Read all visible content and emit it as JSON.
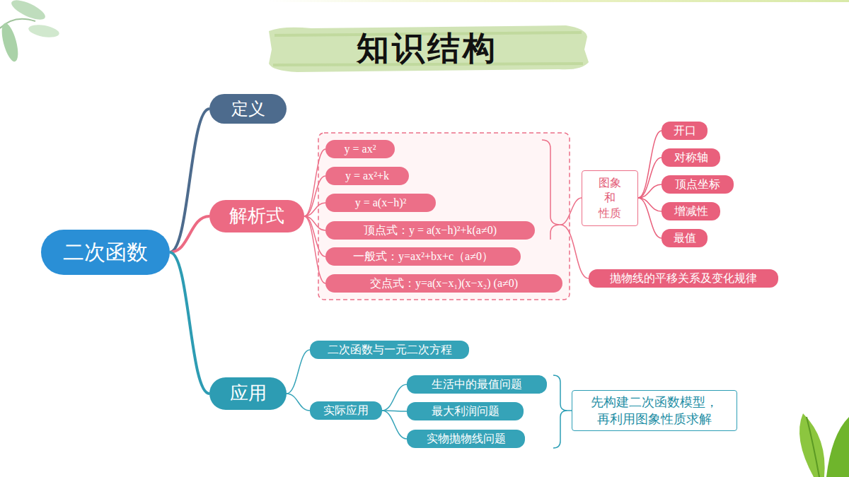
{
  "diagram": {
    "title": "知识结构",
    "nodes": [
      {
        "text": [
          "二次函数"
        ]
      },
      {
        "text": [
          "定义"
        ]
      },
      {
        "text": [
          "解析式"
        ]
      },
      {
        "text": [
          "y = ax²"
        ]
      },
      {
        "text": [
          "y = ax²+k"
        ]
      },
      {
        "text": [
          "y = a(x−h)²"
        ]
      },
      {
        "text": [
          "顶点式：y = a(x−h)²+k(a≠0)"
        ]
      },
      {
        "text": [
          "一般式：y=ax²+bx+c（a≠0）"
        ]
      },
      {
        "text": [
          "交点式：y=a(x−x₁)(x−x₂) (a≠0)"
        ]
      },
      {
        "text": [
          "图象 和 性质"
        ]
      },
      {
        "text": [
          "开口"
        ]
      },
      {
        "text": [
          "对称轴"
        ]
      },
      {
        "text": [
          "顶点坐标"
        ]
      },
      {
        "text": [
          "增减性"
        ]
      },
      {
        "text": [
          "最值"
        ]
      },
      {
        "text": [
          "抛物线的平移关系及变化规律"
        ]
      },
      {
        "text": [
          "应用"
        ]
      },
      {
        "text": [
          "二次函数与一元二次方程"
        ]
      },
      {
        "text": [
          "实际应用"
        ]
      },
      {
        "text": [
          "生活中的最值问题"
        ]
      },
      {
        "text": [
          "最大利润问题"
        ]
      },
      {
        "text": [
          "实物抛物线问题"
        ]
      },
      {
        "text": [
          "先构建二次函数模型，再利用图象性质求解"
        ]
      }
    ],
    "edges": [
      {
        "from": 0,
        "to": 1,
        "arrow": "none"
      },
      {
        "from": 0,
        "to": 2,
        "arrow": "none"
      },
      {
        "from": 0,
        "to": 16,
        "arrow": "none"
      },
      {
        "from": 2,
        "to": 3,
        "arrow": "none"
      },
      {
        "from": 2,
        "to": 4,
        "arrow": "none"
      },
      {
        "from": 2,
        "to": 5,
        "arrow": "none"
      },
      {
        "from": 2,
        "to": 6,
        "arrow": "none"
      },
      {
        "from": 2,
        "to": 7,
        "arrow": "none"
      },
      {
        "from": 2,
        "to": 8,
        "arrow": "none"
      },
      {
        "from": 9,
        "to": 10,
        "arrow": "none"
      },
      {
        "from": 9,
        "to": 11,
        "arrow": "none"
      },
      {
        "from": 9,
        "to": 12,
        "arrow": "none"
      },
      {
        "from": 9,
        "to": 13,
        "arrow": "none"
      },
      {
        "from": 9,
        "to": 14,
        "arrow": "none"
      },
      {
        "from": 16,
        "to": 17,
        "arrow": "none"
      },
      {
        "from": 16,
        "to": 18,
        "arrow": "none"
      },
      {
        "from": 18,
        "to": 19,
        "arrow": "none"
      },
      {
        "from": 18,
        "to": 20,
        "arrow": "none"
      },
      {
        "from": 18,
        "to": 21,
        "arrow": "none"
      }
    ]
  }
}
